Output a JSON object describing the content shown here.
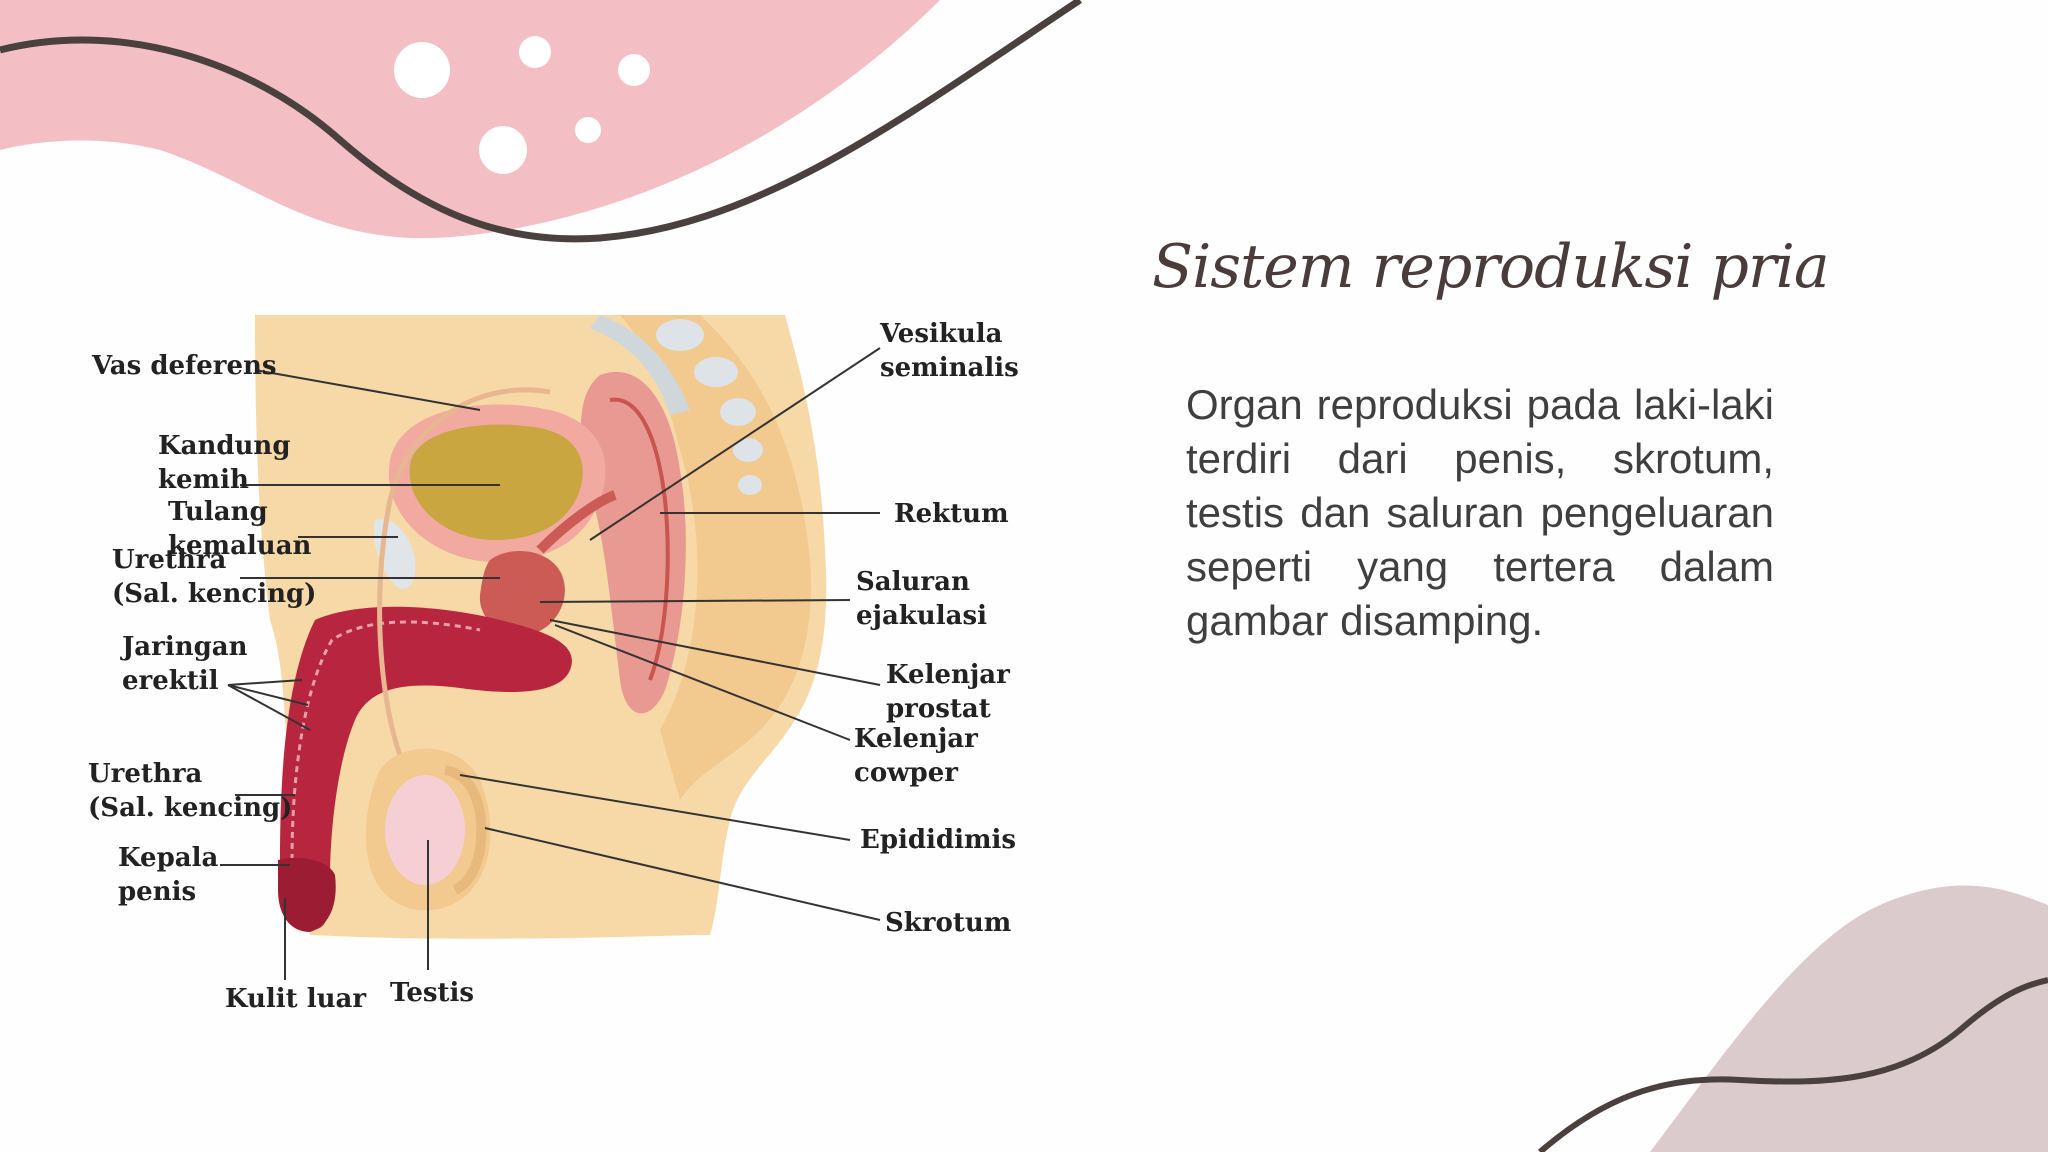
{
  "slide": {
    "title": "Sistem reproduksi pria",
    "body": "Organ reproduksi pada laki-laki terdiri dari penis, skrotum, testis dan saluran pengeluaran seperti yang tertera dalam gambar disamping."
  },
  "colors": {
    "pink_blob": "#f4bfc4",
    "dark_line": "#4a403e",
    "mauve_blob": "#dccbcd",
    "skin": "#f7d9a8",
    "tissue": "#b8253f"
  },
  "diagram": {
    "labels": {
      "vas_deferens": "Vas deferens",
      "kandung_kemih_1": "Kandung",
      "kandung_kemih_2": "kemih",
      "tulang_kemaluan_1": "Tulang",
      "tulang_kemaluan_2": "kemaluan",
      "urethra_top_1": "Urethra",
      "urethra_top_2": "(Sal. kencing)",
      "jaringan_erektil_1": "Jaringan",
      "jaringan_erektil_2": "erektil",
      "urethra_bottom_1": "Urethra",
      "urethra_bottom_2": "(Sal. kencing)",
      "kepala_penis_1": "Kepala",
      "kepala_penis_2": "penis",
      "kulit_luar": "Kulit luar",
      "testis": "Testis",
      "vesikula_seminalis_1": "Vesikula",
      "vesikula_seminalis_2": "seminalis",
      "rektum": "Rektum",
      "saluran_ejakulasi_1": "Saluran",
      "saluran_ejakulasi_2": "ejakulasi",
      "kelenjar_prostat_1": "Kelenjar",
      "kelenjar_prostat_2": "prostat",
      "kelenjar_cowper_1": "Kelenjar",
      "kelenjar_cowper_2": "cowper",
      "epididimis": "Epididimis",
      "skrotum": "Skrotum"
    }
  }
}
